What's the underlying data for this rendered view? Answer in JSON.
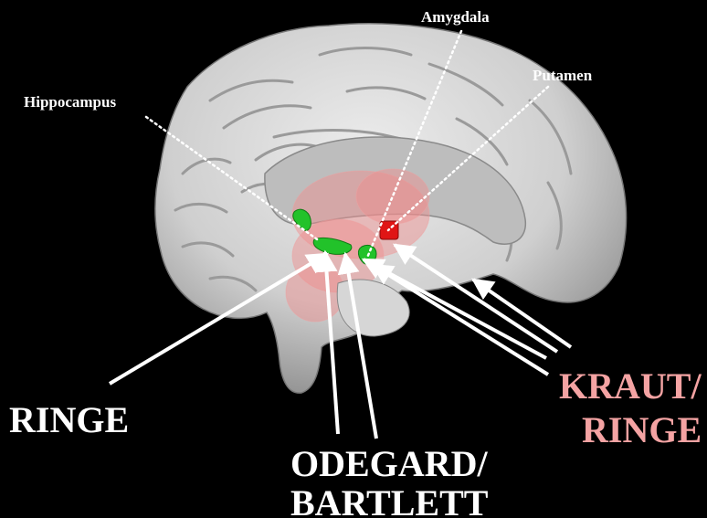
{
  "labels": {
    "hippocampus": "Hippocampus",
    "amygdala": "Amygdala",
    "putamen": "Putamen"
  },
  "authors": {
    "ringe": "RINGE",
    "odegard_line1": "ODEGARD/",
    "odegard_line2": "BARTLETT",
    "kraut_line1": "KRAUT/",
    "kraut_line2": "RINGE"
  },
  "colors": {
    "background": "#000000",
    "brain": "#cfcfcf",
    "hippocampus_marker": "#22c22a",
    "putamen_marker": "#e01515",
    "subcortical_overlay": "#f08c8c",
    "kraut_text": "#f4a3a3",
    "text": "#ffffff"
  }
}
